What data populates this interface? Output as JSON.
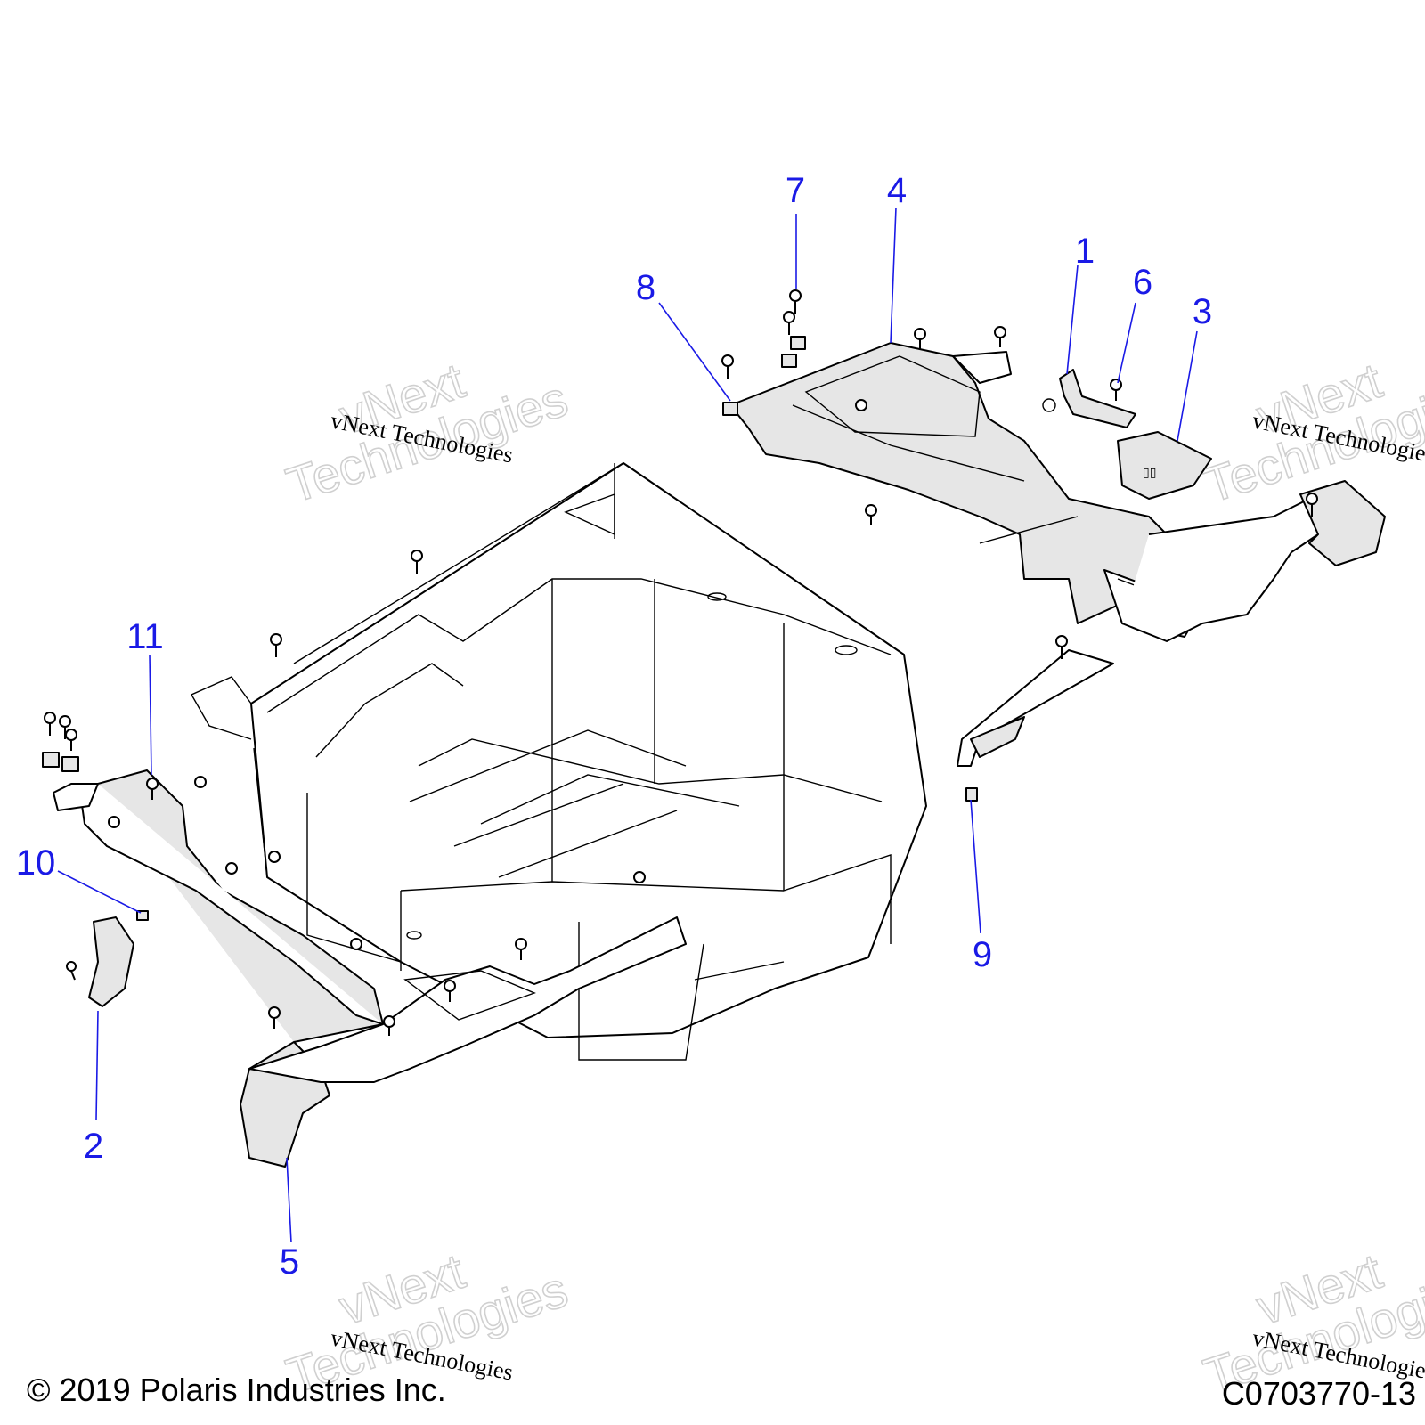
{
  "accent_color": "#1a1ae6",
  "callouts": [
    {
      "number": "1"
    },
    {
      "number": "2"
    },
    {
      "number": "3"
    },
    {
      "number": "4"
    },
    {
      "number": "5"
    },
    {
      "number": "6"
    },
    {
      "number": "7"
    },
    {
      "number": "8"
    },
    {
      "number": "9"
    },
    {
      "number": "10"
    },
    {
      "number": "11"
    }
  ],
  "watermark": {
    "small": "vNext Technologies",
    "large_line1": "vNext",
    "large_line2": "Technologies"
  },
  "footer": {
    "copyright": "© 2019 Polaris Industries Inc.",
    "part_code": "C0703770-13"
  }
}
